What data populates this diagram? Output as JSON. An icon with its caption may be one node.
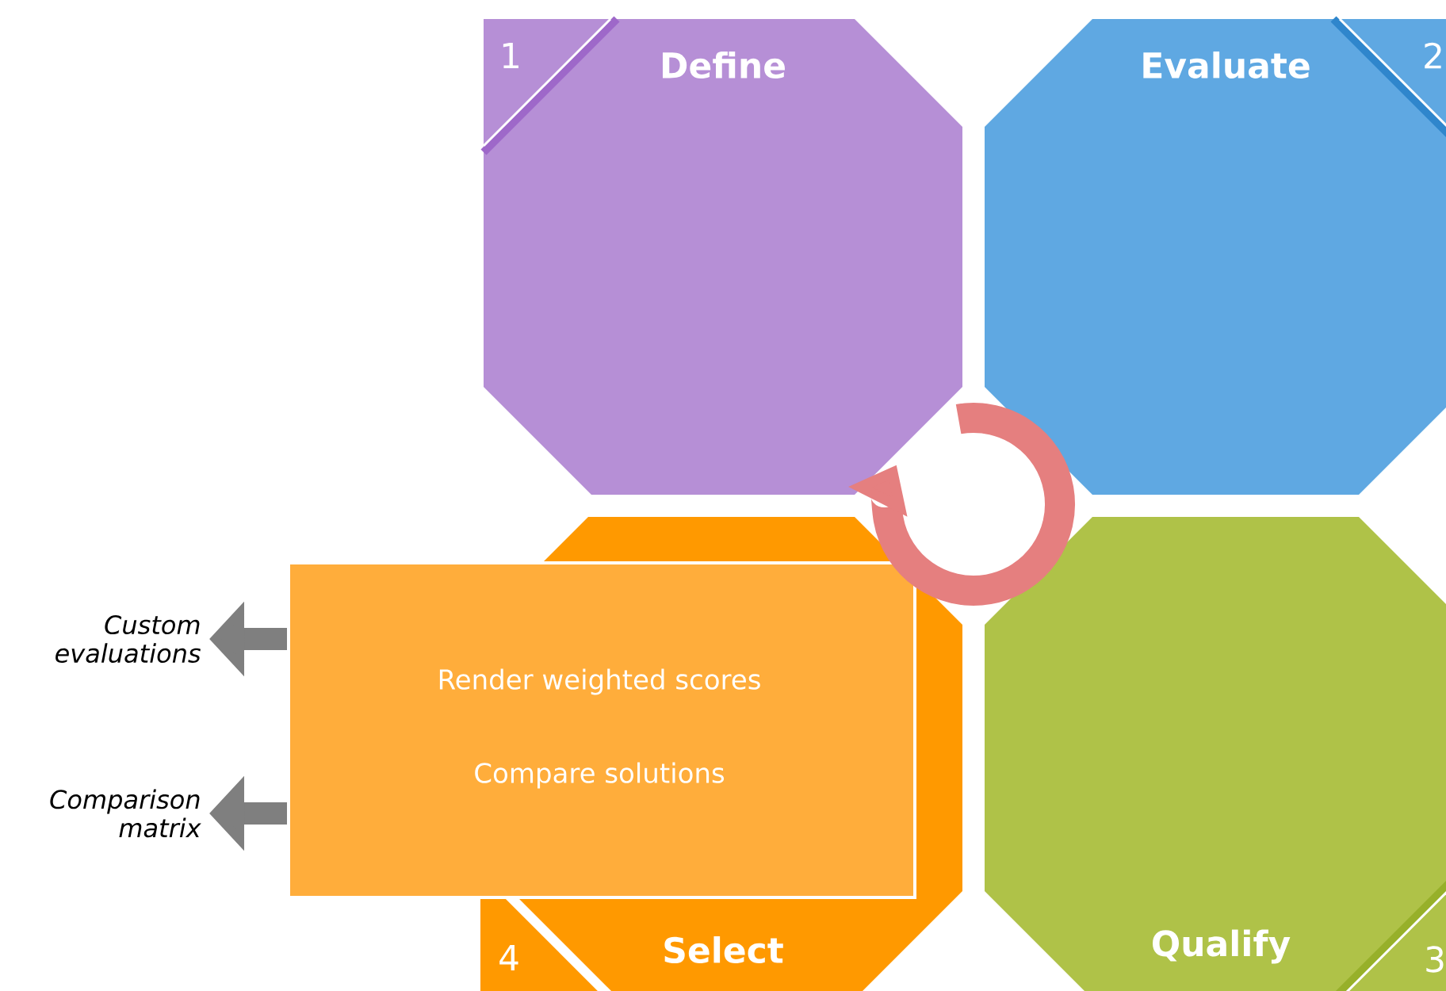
{
  "diagram": {
    "nodes": [
      {
        "text": [
          "1",
          "Define"
        ]
      },
      {
        "text": [
          "Evaluate",
          "2"
        ]
      },
      {
        "text": [
          "Qualify",
          "3"
        ]
      },
      {
        "text": [
          "4",
          "Select"
        ]
      },
      {
        "text": [
          "Render weighted scores",
          "Compare solutions"
        ]
      },
      {
        "text": [
          "Custom evaluations"
        ]
      },
      {
        "text": [
          "Comparison matrix"
        ]
      }
    ],
    "edges": [
      {
        "from": 4,
        "to": 5,
        "arrow": "to"
      },
      {
        "from": 4,
        "to": 6,
        "arrow": "to"
      }
    ]
  }
}
